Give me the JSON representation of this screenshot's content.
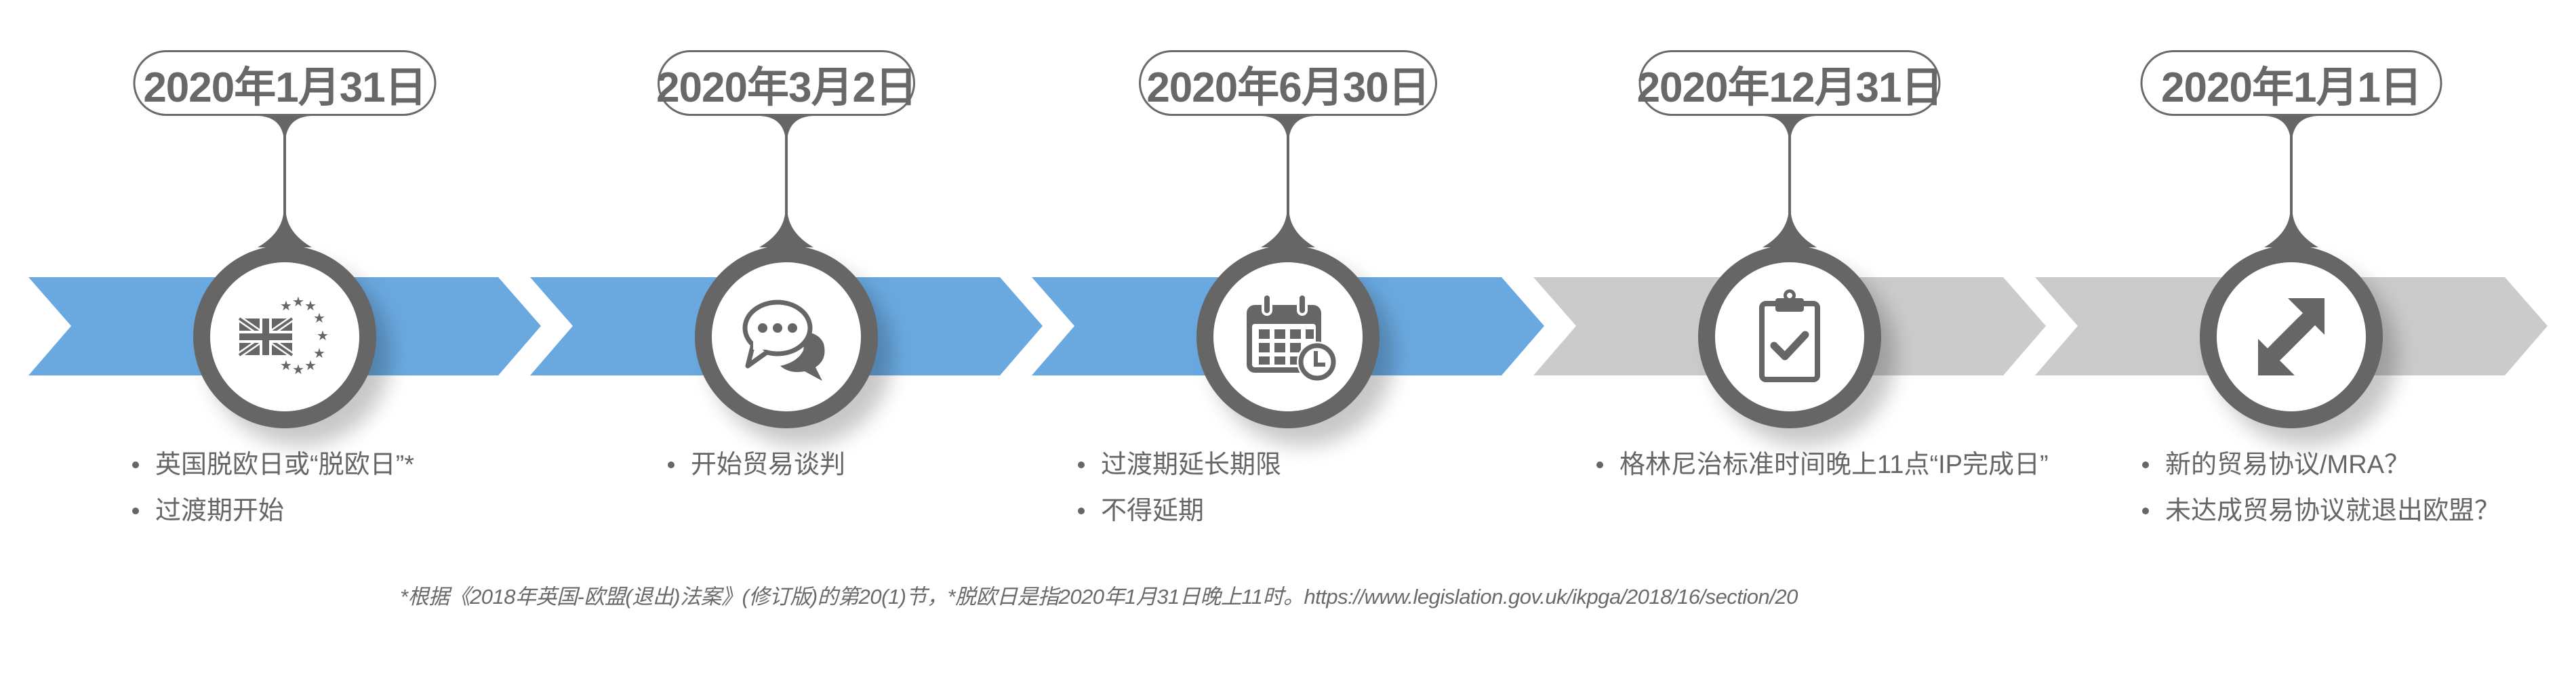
{
  "colors": {
    "active_band": "#6aa9e0",
    "future_band": "#cbcbcb",
    "node_ring": "#666666",
    "text": "#666666"
  },
  "timeline": [
    {
      "date": "2020年1月31日",
      "icon": "uk-eu-flag-icon",
      "status": "active",
      "bullets": [
        "英国脱欧日或“脱欧日”*",
        "过渡期开始"
      ]
    },
    {
      "date": "2020年3月2日",
      "icon": "chat-bubbles-icon",
      "status": "active",
      "bullets": [
        "开始贸易谈判"
      ]
    },
    {
      "date": "2020年6月30日",
      "icon": "calendar-clock-icon",
      "status": "active",
      "bullets": [
        "过渡期延长期限",
        "不得延期"
      ]
    },
    {
      "date": "2020年12月31日",
      "icon": "clipboard-check-icon",
      "status": "future",
      "bullets": [
        "格林尼治标准时间晚上11点“IP完成日”"
      ]
    },
    {
      "date": "2020年1月1日",
      "icon": "exchange-arrows-icon",
      "status": "future",
      "bullets": [
        "新的贸易协议/MRA？",
        "未达成贸易协议就退出欧盟？"
      ]
    }
  ],
  "footnote": "*根据《2018年英国-欧盟(退出)法案》(修订版)的第20(1)节，*脱欧日是指2020年1月31日晚上11时。https://www.legislation.gov.uk/ikpga/2018/16/section/20"
}
